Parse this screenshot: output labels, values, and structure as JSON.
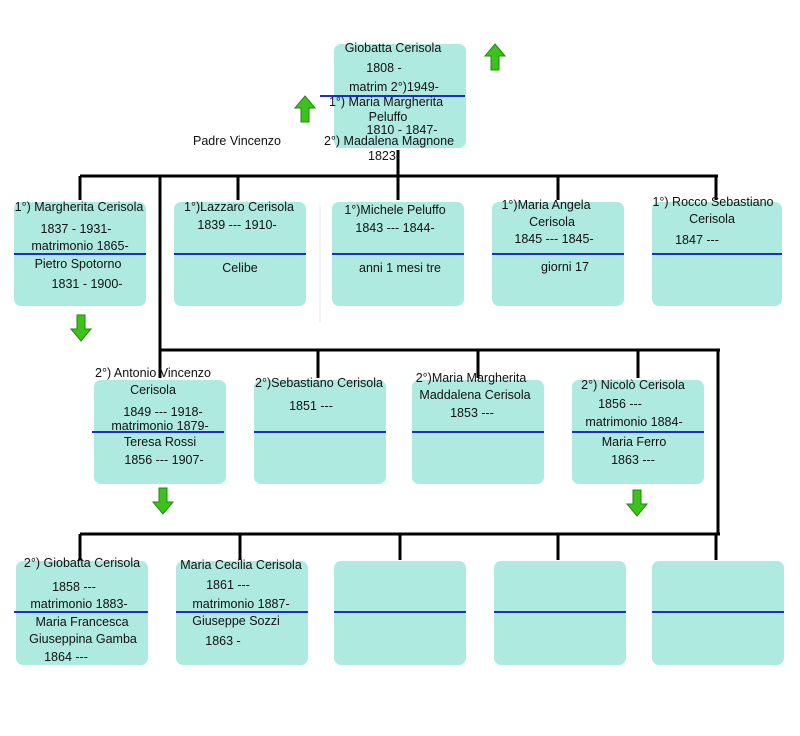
{
  "father_label": "Padre Vincenzo",
  "root": {
    "name": "Giobatta Cerisola",
    "dates": "1808 -",
    "marriage": "matrim 2°)1949-",
    "spouse1_line1": "1°) Maria Margherita",
    "spouse1_line2": "Peluffo",
    "spouse1_dates": "1810 - 1847-",
    "spouse2_name": "2°) Madalena Magnone",
    "spouse2_dates": "1823-"
  },
  "gen1": [
    {
      "name": "1°) Margherita Cerisola",
      "dates": "1837 - 1931-",
      "marriage": "matrimonio 1865-",
      "spouse": "Pietro Spotorno",
      "spouse_dates": "1831 - 1900-"
    },
    {
      "name": "1°)Lazzaro Cerisola",
      "dates": "1839 --- 1910-",
      "note": "Celibe"
    },
    {
      "name": "1°)Michele Peluffo",
      "dates": "1843 --- 1844-",
      "note": "anni 1 mesi tre"
    },
    {
      "name_line1": "1°)Maria Angela",
      "name_line2": "Cerisola",
      "dates": "1845 --- 1845-",
      "note": "giorni 17"
    },
    {
      "name_line1": "1°) Rocco Sebastiano",
      "name_line2": "Cerisola",
      "dates": "1847 ---"
    }
  ],
  "gen2": [
    {
      "name_line1": "2°) Antonio Vincenzo",
      "name_line2": "Cerisola",
      "dates": "1849 --- 1918-",
      "marriage": "matrimonio 1879-",
      "spouse": "Teresa Rossi",
      "spouse_dates": "1856 --- 1907-"
    },
    {
      "name": "2°)Sebastiano Cerisola",
      "dates": "1851 ---"
    },
    {
      "name_line1": "2°)Maria Margherita",
      "name_line2": "Maddalena Cerisola",
      "dates": "1853 ---"
    },
    {
      "name": "2°) Nicolò Cerisola",
      "dates": "1856 ---",
      "marriage": "matrimonio 1884-",
      "spouse": "Maria Ferro",
      "spouse_dates": "1863 ---"
    }
  ],
  "gen3": [
    {
      "name": "2°) Giobatta Cerisola",
      "dates": "1858 ---",
      "marriage": "matrimonio 1883-",
      "spouse_line1": "Maria Francesca",
      "spouse_line2": "Giuseppina Gamba",
      "spouse_dates": "1864 ---"
    },
    {
      "name": "Maria Cecilia Cerisola",
      "dates": "1861 ---",
      "marriage": "matrimonio 1887-",
      "spouse": "Giuseppe Sozzi",
      "spouse_dates": "1863 -"
    }
  ],
  "colors": {
    "box": "#aeeae0",
    "divider": "#1f2ec8",
    "arrow": "#3cc21a",
    "line": "#000000"
  },
  "icons": {
    "arrow_up": "green-arrow-up-icon",
    "arrow_down": "green-arrow-down-icon"
  }
}
